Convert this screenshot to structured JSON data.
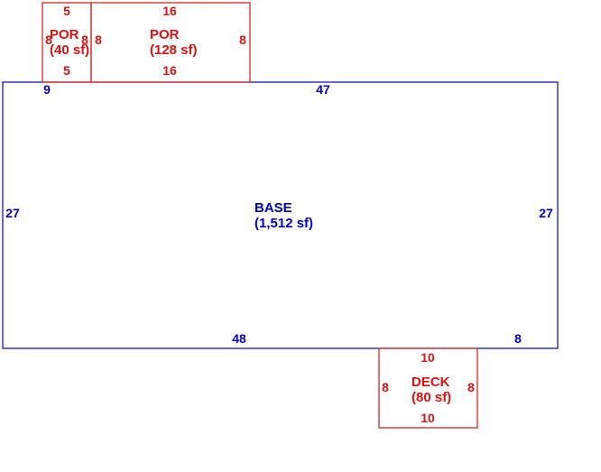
{
  "colors": {
    "base": "#0000cc",
    "addition": "#dd1111",
    "background": "#ffffff"
  },
  "areas": {
    "base": {
      "name": "BASE",
      "area": "(1,512 sf)",
      "dims": {
        "top_left": "9",
        "top": "47",
        "left": "27",
        "right": "27",
        "bottom": "48",
        "bottom_right": "8"
      }
    },
    "porch_small": {
      "name": "POR",
      "area": "(40 sf)",
      "dims": {
        "top": "5",
        "bottom": "5",
        "left": "8",
        "right": "8"
      }
    },
    "porch_large": {
      "name": "POR",
      "area": "(128 sf)",
      "dims": {
        "top": "16",
        "bottom": "16",
        "left": "8",
        "right": "8"
      }
    },
    "deck": {
      "name": "DECK",
      "area": "(80 sf)",
      "dims": {
        "top": "10",
        "bottom": "10",
        "left": "8",
        "right": "8"
      }
    }
  }
}
